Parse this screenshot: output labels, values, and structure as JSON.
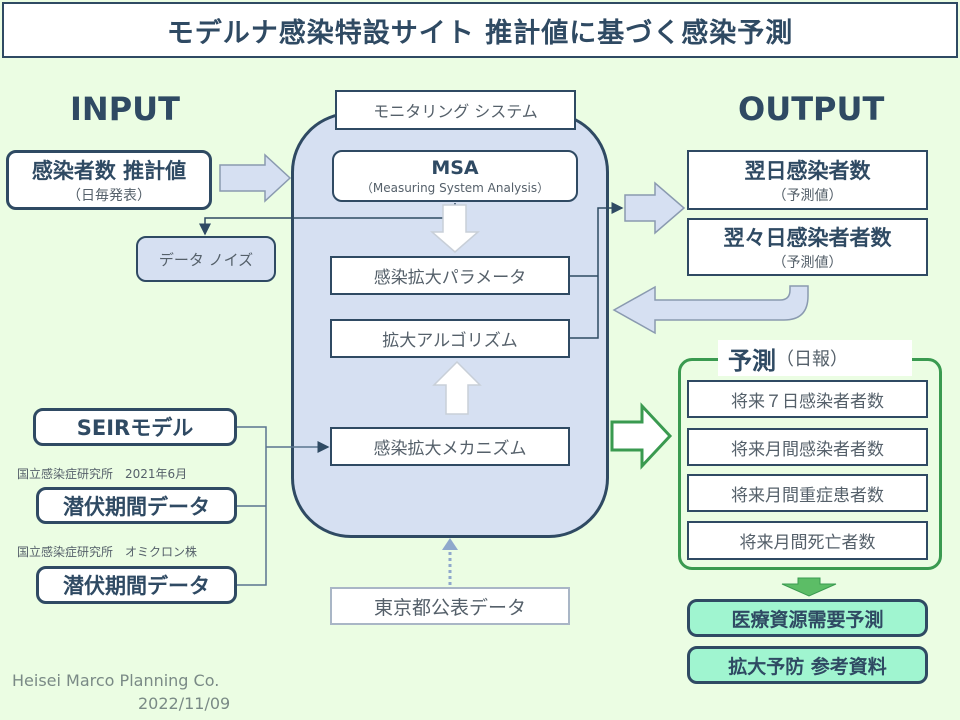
{
  "title": "モデルナ感染特設サイト 推計値に基づく感染予測",
  "input_heading": "INPUT",
  "output_heading": "OUTPUT",
  "inputs": {
    "estimate": {
      "title": "感染者数 推計値",
      "sub": "（日毎発表）"
    },
    "noise": "データ ノイズ",
    "seir": "SEIRモデル",
    "incubation1": {
      "caption": "国立感染症研究所　2021年6月",
      "title": "潜伏期間データ"
    },
    "incubation2": {
      "caption": "国立感染症研究所　オミクロン株",
      "title": "潜伏期間データ"
    }
  },
  "system": {
    "label": "モニタリング システム",
    "msa": {
      "title": "MSA",
      "sub": "（Measuring System Analysis）"
    },
    "parameter": "感染拡大パラメータ",
    "algorithm": "拡大アルゴリズム",
    "mechanism": "感染拡大メカニズム",
    "tokyo": "東京都公表データ"
  },
  "outputs": {
    "next_day": {
      "title": "翌日感染者数",
      "sub": "（予測値）"
    },
    "day_after": {
      "title": "翌々日感染者者数",
      "sub": "（予測値）"
    }
  },
  "forecast": {
    "title": "予測",
    "sub": "（日報）",
    "items": [
      "将来７日感染者者数",
      "将来月間感染者者数",
      "将来月間重症患者数",
      "将来月間死亡者数"
    ]
  },
  "results": [
    "医療資源需要予測",
    "拡大予防 参考資料"
  ],
  "footer": {
    "company": "Heisei Marco Planning Co.",
    "date": "2022/11/09"
  },
  "colors": {
    "dark": "#2f4a63",
    "background": "#ebfde3",
    "system_fill": "#d6e0f2",
    "green": "#3a9a50",
    "mint": "#a0f5d0"
  }
}
